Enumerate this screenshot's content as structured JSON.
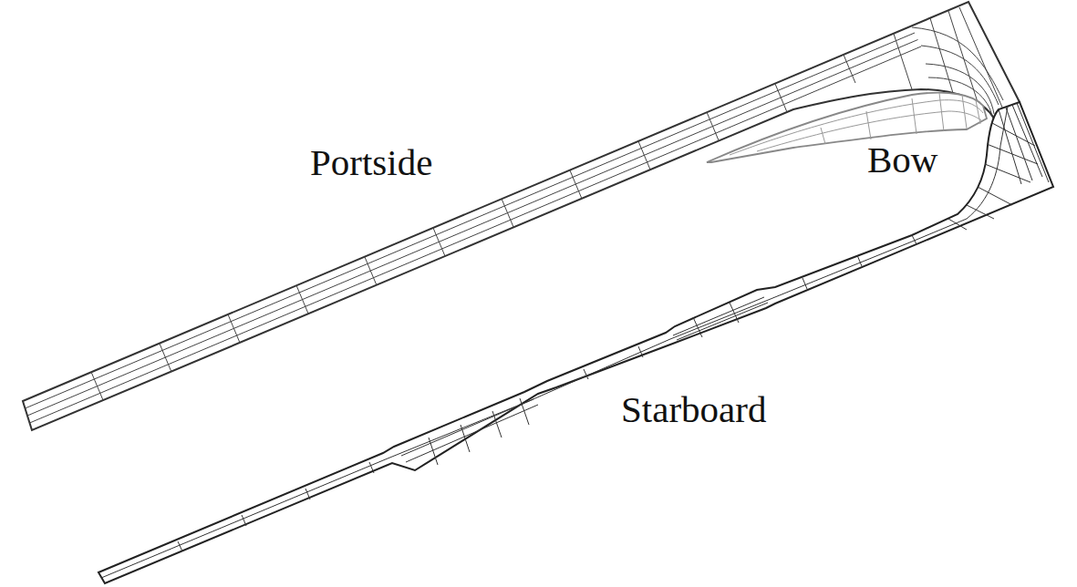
{
  "diagram": {
    "labels": [
      "Portside",
      "Bow",
      "Starboard"
    ]
  }
}
